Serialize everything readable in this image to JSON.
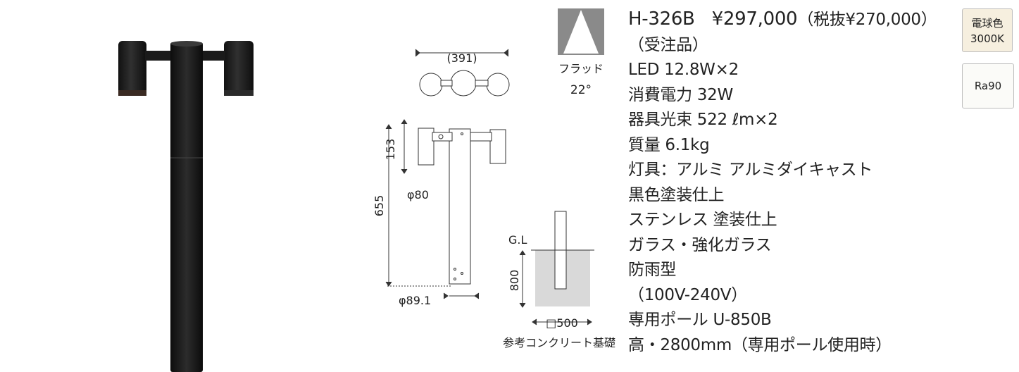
{
  "product": {
    "model": "H-326B",
    "price": "¥297,000",
    "price_ex_tax": "（税抜¥270,000）",
    "order_note": "（受注品）",
    "spec_lines": [
      "LED 12.8W×2",
      "消費電力 32W",
      "器具光束 522 ℓm×2",
      "質量 6.1kg",
      "灯具：アルミ アルミダイキャスト",
      "黒色塗装仕上",
      "ステンレス 塗装仕上",
      "ガラス・強化ガラス",
      "防雨型",
      "（100V-240V）",
      "専用ポール U-850B",
      "高・2800mm（専用ポール使用時）"
    ]
  },
  "beam": {
    "type": "フラッド",
    "angle": "22°"
  },
  "badges": {
    "color_line1": "電球色",
    "color_line2": "3000K",
    "ra": "Ra90"
  },
  "drawing": {
    "width_dim": "(391)",
    "head_height": "153",
    "head_diameter": "φ80",
    "total_height": "655",
    "pole_diameter": "φ89.1",
    "gl_label": "G.L",
    "foundation_depth": "800",
    "foundation_width": "□500",
    "foundation_caption": "参考コンクリート基礎"
  },
  "colors": {
    "fixture_black": "#1c1c1c",
    "concrete_fill": "#d9d9d9",
    "badge_warm": "#f6efdf"
  }
}
